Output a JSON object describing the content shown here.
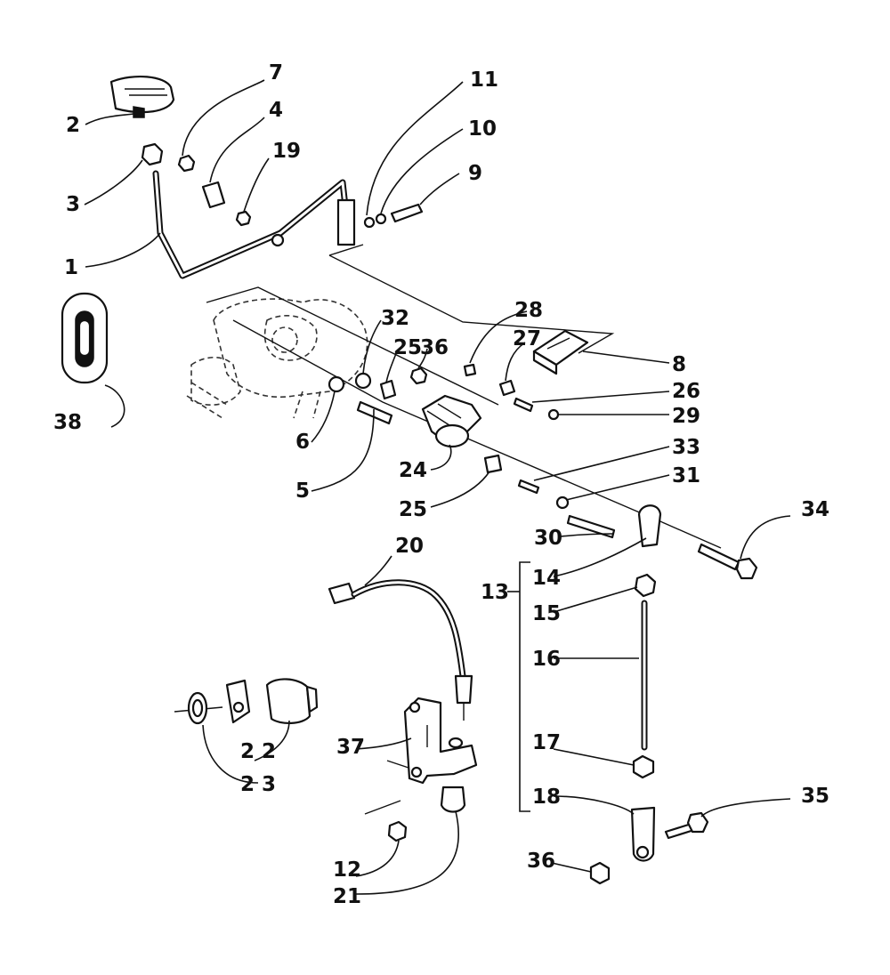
{
  "diagram": {
    "labels": {
      "l1": "1",
      "l2": "2",
      "l3": "3",
      "l4": "4",
      "l5": "5",
      "l6": "6",
      "l7": "7",
      "l8": "8",
      "l9": "9",
      "l10": "10",
      "l11": "11",
      "l12": "12",
      "l13": "13",
      "l14": "14",
      "l15": "15",
      "l16": "16",
      "l17": "17",
      "l18": "18",
      "l19": "19",
      "l20": "20",
      "l21": "21",
      "l22": "2 2",
      "l23": "2 3",
      "l24": "24",
      "l25a": "25",
      "l25b": "25",
      "l26": "26",
      "l27": "27",
      "l28": "28",
      "l29": "29",
      "l30": "30",
      "l31": "31",
      "l32": "32",
      "l33": "33",
      "l34": "34",
      "l35": "35",
      "l36a": "36",
      "l36b": "36",
      "l37": "37",
      "l38": "38"
    }
  }
}
